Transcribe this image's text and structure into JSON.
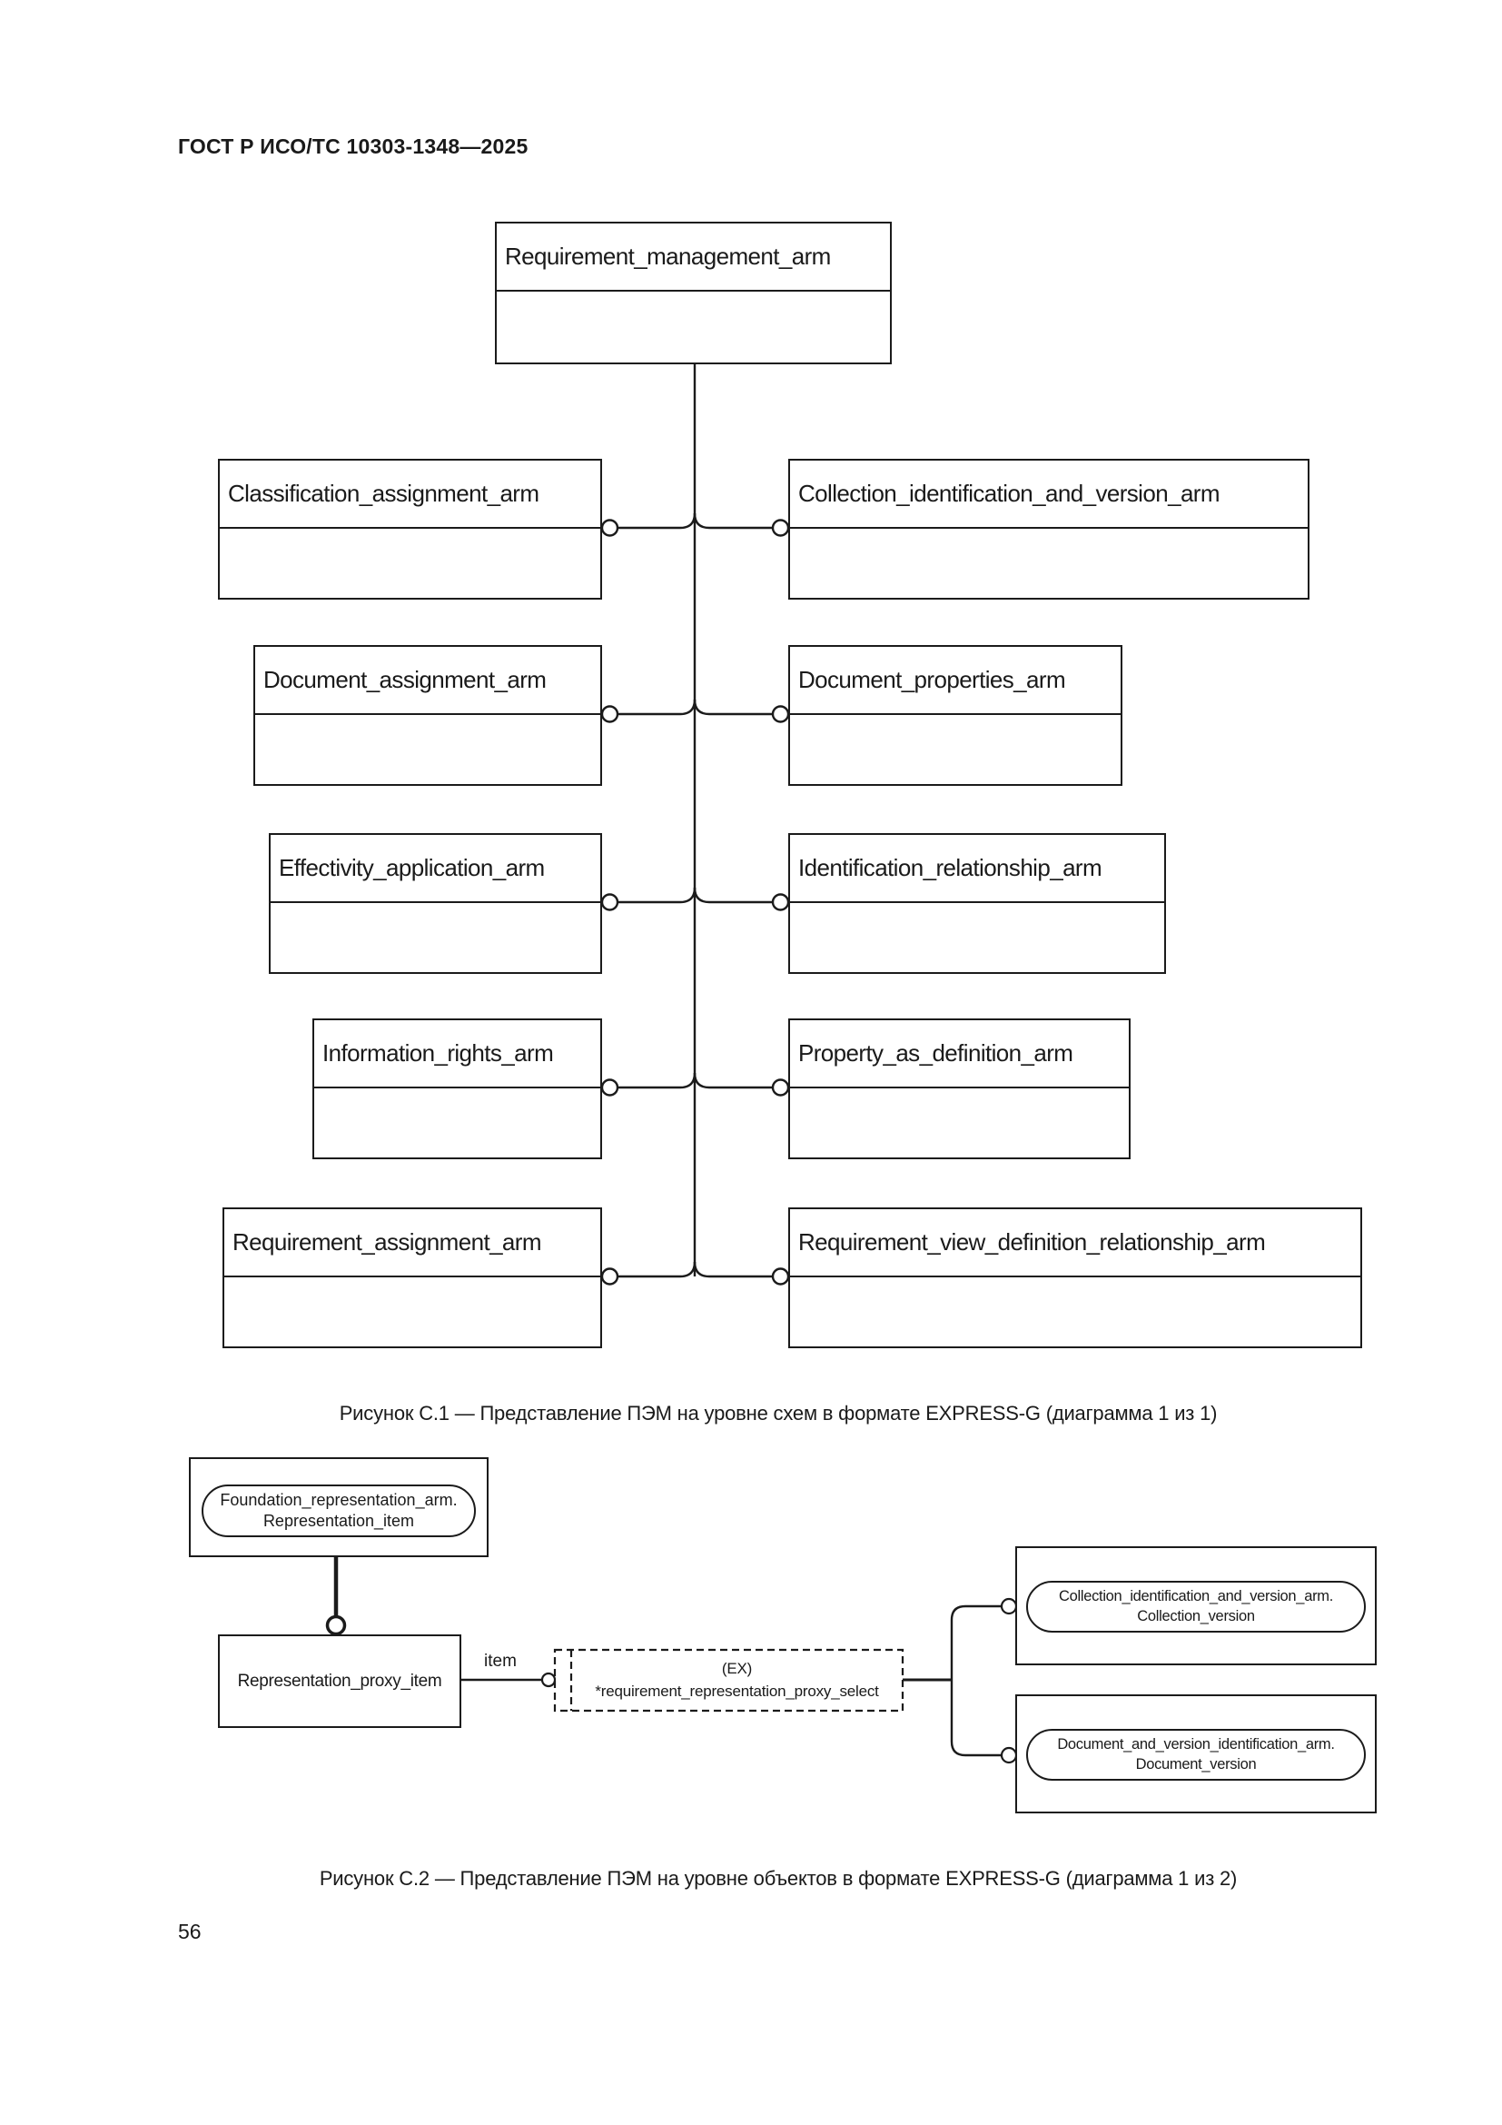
{
  "page": {
    "header": "ГОСТ Р ИСО/ТС 10303-1348—2025",
    "page_number": "56"
  },
  "colors": {
    "ink": "#1a1a1a",
    "background": "#ffffff"
  },
  "figure1": {
    "caption": "Рисунок С.1 — Представление ПЭМ на уровне схем в формате EXPRESS-G (диаграмма 1 из 1)",
    "root": {
      "label": "Requirement_management_arm"
    },
    "left_schemas": [
      {
        "label": "Classification_assignment_arm"
      },
      {
        "label": "Document_assignment_arm"
      },
      {
        "label": "Effectivity_application_arm"
      },
      {
        "label": "Information_rights_arm"
      },
      {
        "label": "Requirement_assignment_arm"
      }
    ],
    "right_schemas": [
      {
        "label": "Collection_identification_and_version_arm"
      },
      {
        "label": "Document_properties_arm"
      },
      {
        "label": "Identification_relationship_arm"
      },
      {
        "label": "Property_as_definition_arm"
      },
      {
        "label": "Requirement_view_definition_relationship_arm"
      }
    ]
  },
  "figure2": {
    "caption": "Рисунок С.2 — Представление ПЭМ на уровне объектов в формате EXPRESS-G (диаграмма 1 из 2)",
    "foundation": {
      "line1": "Foundation_representation_arm.",
      "line2": "Representation_item"
    },
    "proxy": {
      "label": "Representation_proxy_item"
    },
    "item_edge": {
      "label": "item"
    },
    "select": {
      "line1": "(EX)",
      "line2": "*requirement_representation_proxy_select"
    },
    "collection": {
      "line1": "Collection_identification_and_version_arm.",
      "line2": "Collection_version"
    },
    "document": {
      "line1": "Document_and_version_identification_arm.",
      "line2": "Document_version"
    }
  }
}
